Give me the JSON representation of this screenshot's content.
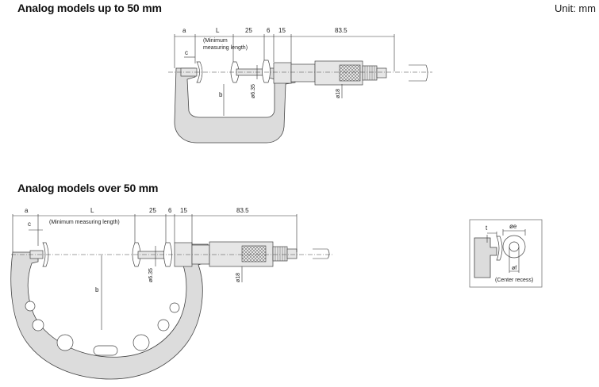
{
  "heading_top": "Analog models up to 50 mm",
  "heading_bottom": "Analog models over 50 mm",
  "unit": "Unit: mm",
  "top_dims": {
    "a": "a",
    "c": "c",
    "L": "L",
    "min_label_1": "(Minimum",
    "min_label_2": "measuring length)",
    "d25": "25",
    "d6": "6",
    "d15": "15",
    "d835": "83.5",
    "dia635": "ø6.35",
    "dia18": "ø18",
    "b": "b"
  },
  "bottom_dims": {
    "a": "a",
    "c": "c",
    "L": "L",
    "min_label": "(Minimum measuring length)",
    "d25": "25",
    "d6": "6",
    "d15": "15",
    "d835": "83.5",
    "dia635": "ø6.35",
    "dia18": "ø18",
    "b": "b"
  },
  "detail": {
    "t": "t",
    "e": "øe",
    "f": "øf",
    "recess": "(Center recess)"
  }
}
